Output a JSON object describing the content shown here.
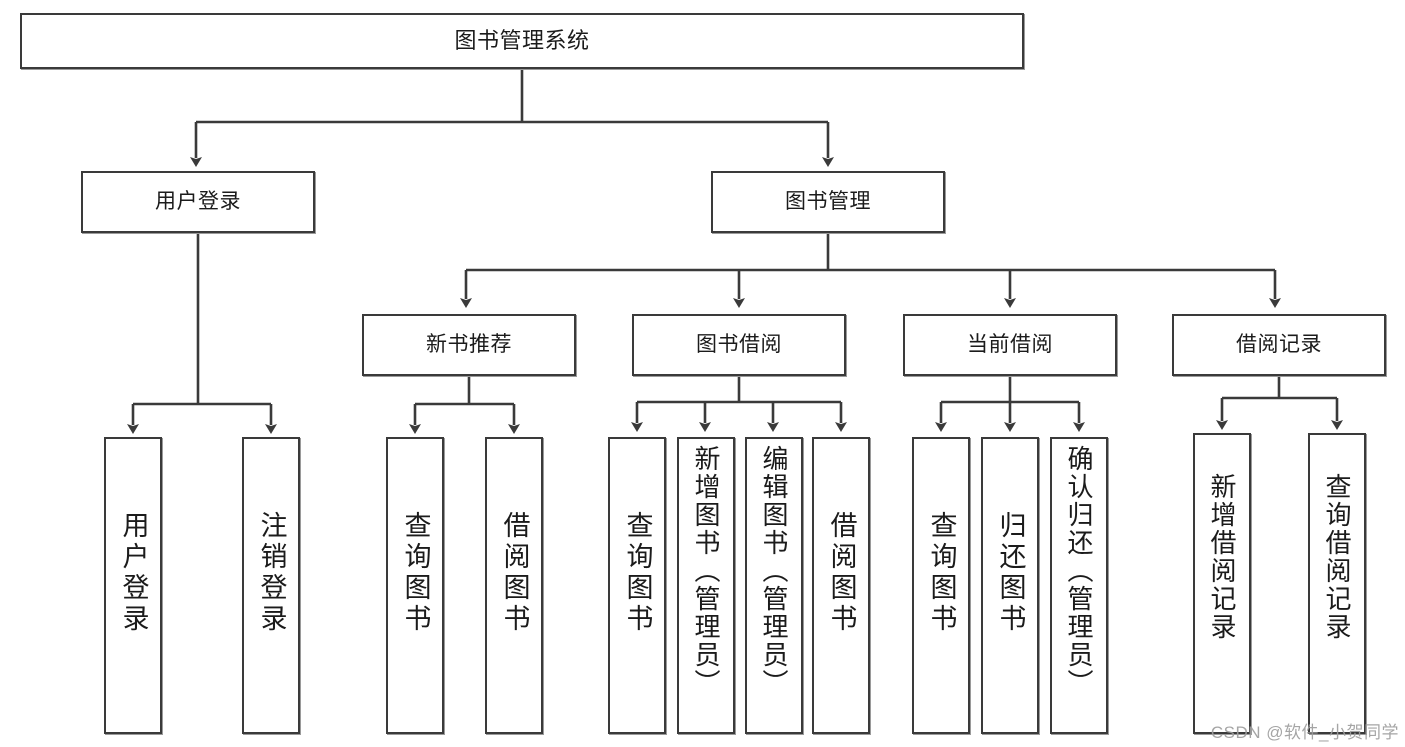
{
  "diagram": {
    "title": "图书管理系统",
    "type": "tree",
    "root": {
      "label": "图书管理系统"
    },
    "level2": [
      {
        "label": "用户登录"
      },
      {
        "label": "图书管理"
      }
    ],
    "level3": [
      {
        "label": "新书推荐"
      },
      {
        "label": "图书借阅"
      },
      {
        "label": "当前借阅"
      },
      {
        "label": "借阅记录"
      }
    ],
    "leaves": [
      {
        "label": "用户登录",
        "parent": "用户登录"
      },
      {
        "label": "注销登录",
        "parent": "用户登录"
      },
      {
        "label": "查询图书",
        "parent": "新书推荐"
      },
      {
        "label": "借阅图书",
        "parent": "新书推荐"
      },
      {
        "label": "查询图书",
        "parent": "图书借阅"
      },
      {
        "label": "新增图书（管理员）",
        "parent": "图书借阅"
      },
      {
        "label": "编辑图书（管理员）",
        "parent": "图书借阅"
      },
      {
        "label": "借阅图书",
        "parent": "图书借阅"
      },
      {
        "label": "查询图书",
        "parent": "当前借阅"
      },
      {
        "label": "归还图书",
        "parent": "当前借阅"
      },
      {
        "label": "确认归还（管理员）",
        "parent": "当前借阅"
      },
      {
        "label": "新增借阅记录",
        "parent": "借阅记录"
      },
      {
        "label": "查询借阅记录",
        "parent": "借阅记录"
      }
    ]
  },
  "watermark": {
    "text": "CSDN @软件_小贺同学"
  },
  "colors": {
    "box_border": "#3a3a3a",
    "box_fill": "#ffffff",
    "line": "#3a3a3a",
    "text": "#1b1b1b",
    "watermark": "#9e9e9e"
  }
}
